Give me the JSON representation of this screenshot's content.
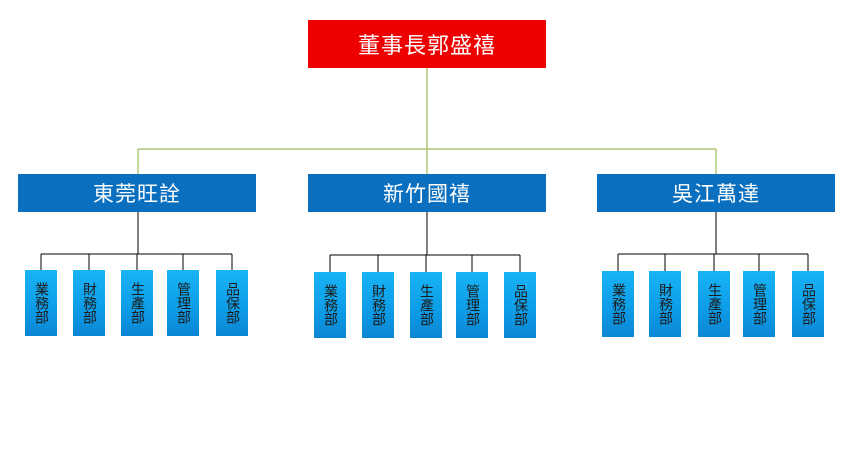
{
  "colors": {
    "root_fill": "#ee0000",
    "company_fill": "#0a6fbf",
    "dept_fill": "#15a9f0",
    "top_connector": "#9bbb59",
    "dept_connector": "#000000"
  },
  "root": {
    "label": "董事長郭盛禧"
  },
  "companies": [
    {
      "label": "東莞旺詮",
      "departments": [
        "業務部",
        "財務部",
        "生產部",
        "管理部",
        "品保部"
      ]
    },
    {
      "label": "新竹國禧",
      "departments": [
        "業務部",
        "財務部",
        "生產部",
        "管理部",
        "品保部"
      ]
    },
    {
      "label": "吳江萬達",
      "departments": [
        "業務部",
        "財務部",
        "生產部",
        "管理部",
        "品保部"
      ]
    }
  ]
}
